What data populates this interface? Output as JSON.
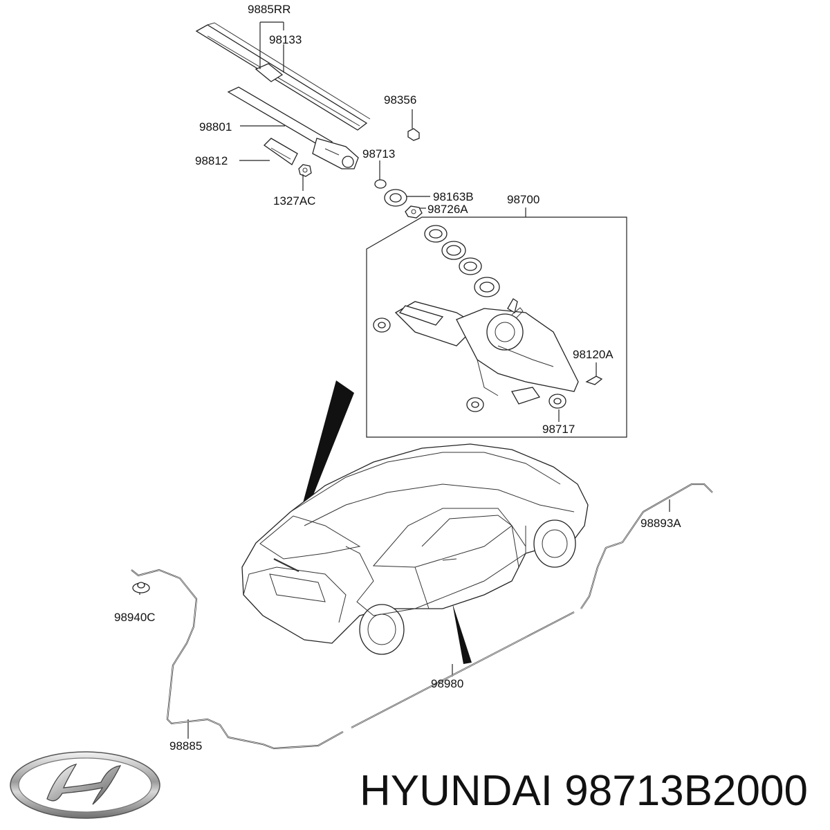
{
  "diagram": {
    "labels": {
      "p9885RR": "9885RR",
      "p98133": "98133",
      "p98356": "98356",
      "p98801": "98801",
      "p98713": "98713",
      "p98812": "98812",
      "p1327AC": "1327AC",
      "p98163B": "98163B",
      "p98726A": "98726A",
      "p98700": "98700",
      "p98120A": "98120A",
      "p98717": "98717",
      "p98893A": "98893A",
      "p98940C": "98940C",
      "p98980": "98980",
      "p98885": "98885"
    }
  },
  "caption": {
    "text": "HYUNDAI 98713B2000"
  },
  "logo": {
    "icon": "hyundai-logo-icon"
  }
}
